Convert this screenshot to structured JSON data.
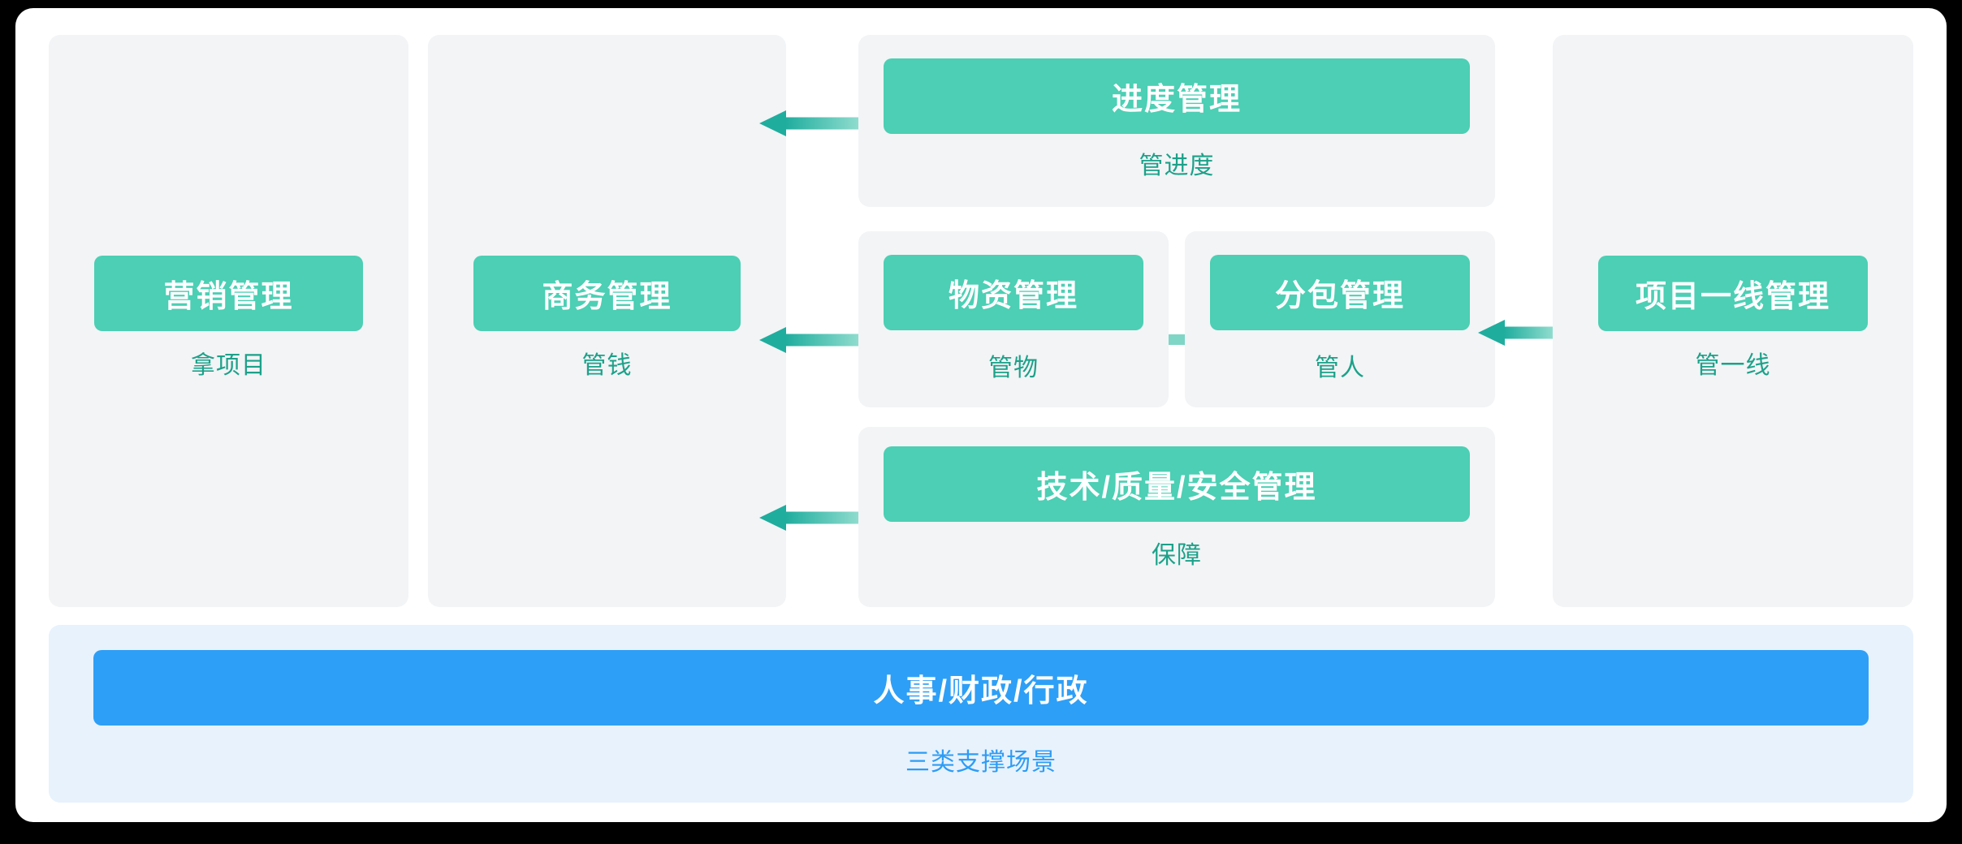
{
  "diagram": {
    "panels": {
      "marketing": {
        "title": "营销管理",
        "caption": "拿项目"
      },
      "business": {
        "title": "商务管理",
        "caption": "管钱"
      },
      "schedule": {
        "title": "进度管理",
        "caption": "管进度"
      },
      "materials": {
        "title": "物资管理",
        "caption": "管物"
      },
      "subcontract": {
        "title": "分包管理",
        "caption": "管人"
      },
      "assurance": {
        "title": "技术/质量/安全管理",
        "caption": "保障"
      },
      "frontline": {
        "title": "项目一线管理",
        "caption": "管一线"
      },
      "support": {
        "title": "人事/财政/行政",
        "caption": "三类支撑场景"
      }
    }
  },
  "colors": {
    "block-teal": "#4CCFB4",
    "block-blue": "#2E9FF6",
    "panel-gray": "#F2F4F6",
    "panel-blue": "#E7F2FD",
    "caption-teal": "#1CA189",
    "caption-blue": "#2E9CF4",
    "arrow-dark": "#1FAD9E",
    "arrow-light": "#8FDCCE",
    "connector": "#7FD6C6",
    "card-bg": "#FFFFFF",
    "page-bg": "#000000"
  }
}
